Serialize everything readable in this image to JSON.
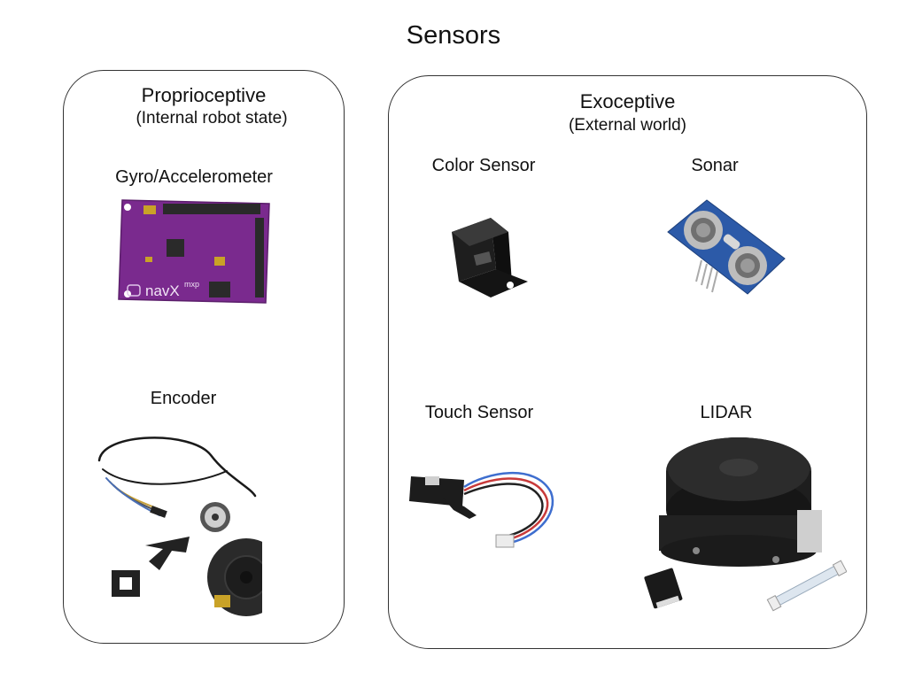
{
  "title": "Sensors",
  "proprioceptive": {
    "heading": "Proprioceptive",
    "subheading": "(Internal robot state)",
    "items": [
      {
        "label": "Gyro/Accelerometer",
        "icon": "navx-board-icon"
      },
      {
        "label": "Encoder",
        "icon": "encoder-kit-icon"
      }
    ],
    "board_text": "navX",
    "board_sup": "mxp"
  },
  "exoceptive": {
    "heading": "Exoceptive",
    "subheading": "(External world)",
    "items": [
      {
        "label": "Color Sensor",
        "icon": "color-sensor-icon"
      },
      {
        "label": "Sonar",
        "icon": "sonar-icon"
      },
      {
        "label": "Touch Sensor",
        "icon": "touch-sensor-icon"
      },
      {
        "label": "LIDAR",
        "icon": "lidar-icon"
      }
    ]
  },
  "colors": {
    "board": "#7a2a8e",
    "sonar_board": "#2c5aa8",
    "sensor_body": "#1c1c1c"
  }
}
